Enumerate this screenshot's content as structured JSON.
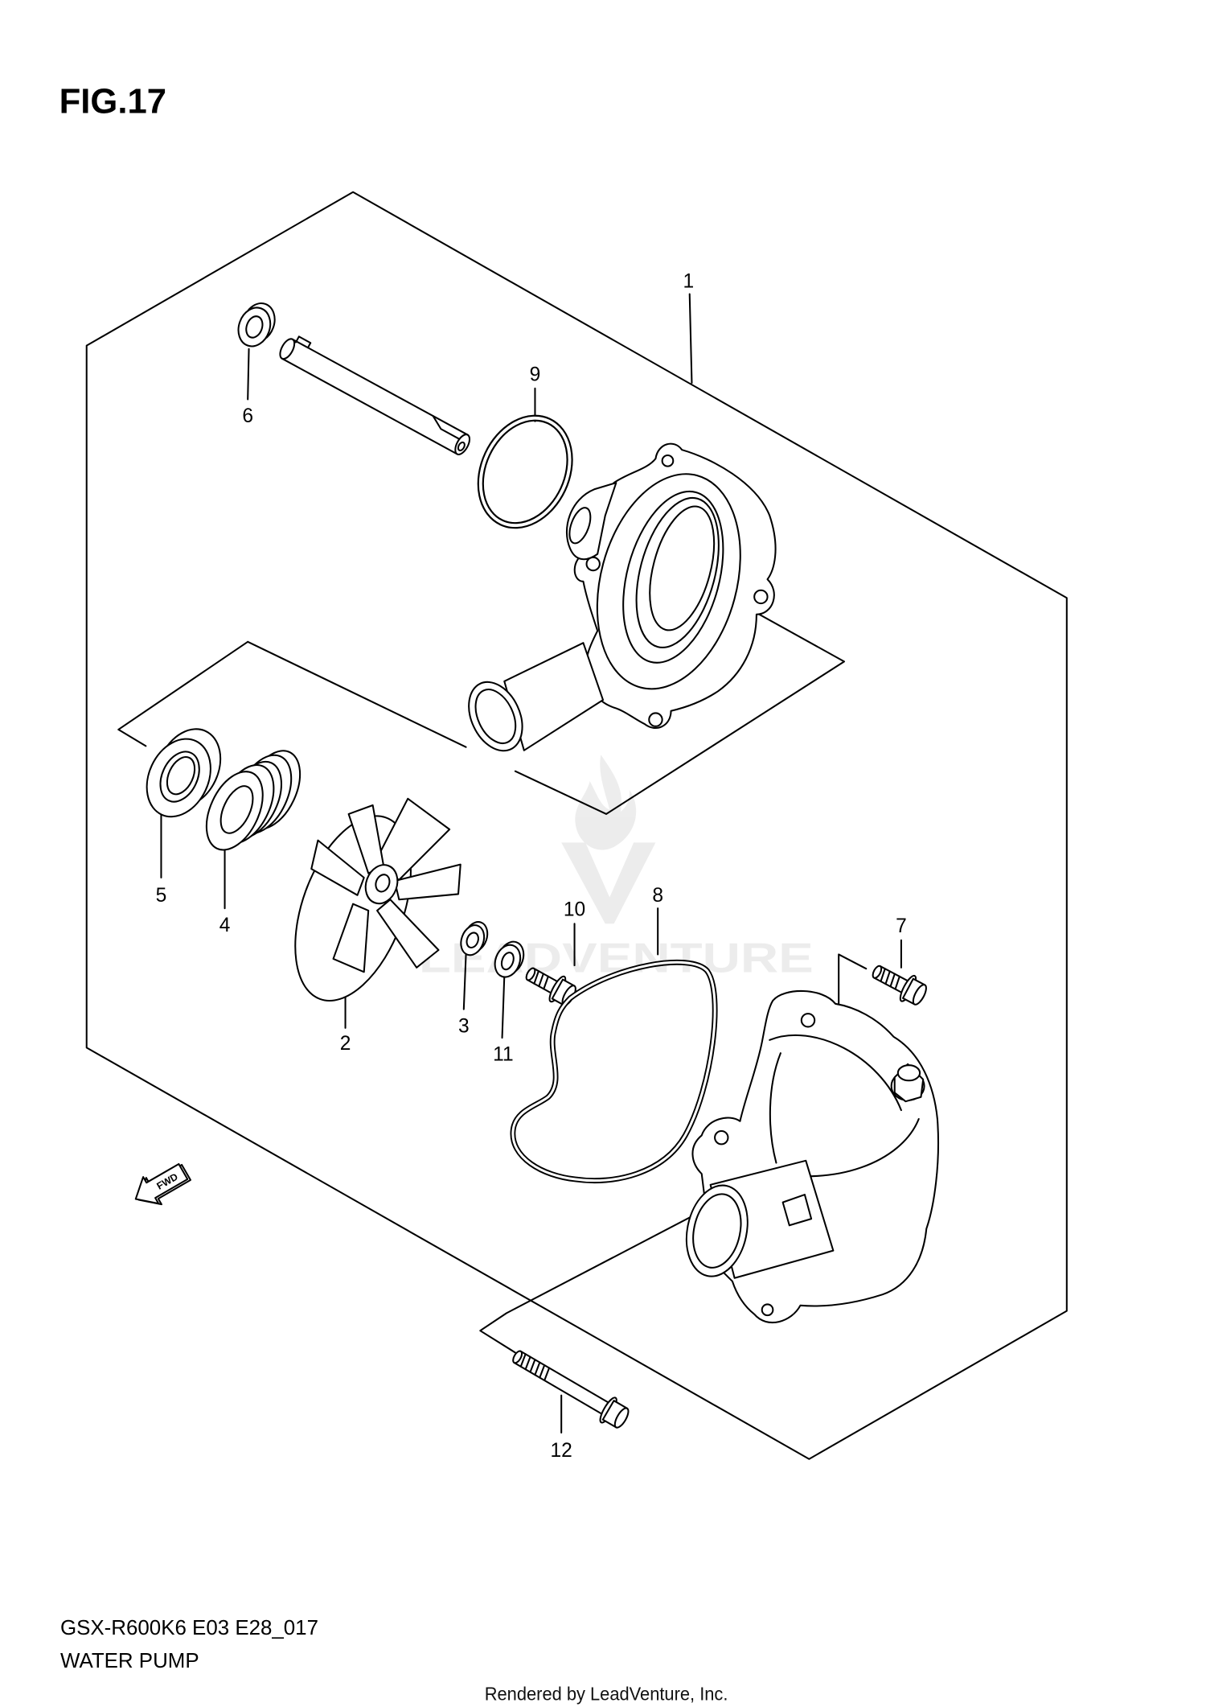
{
  "figure": {
    "title": "FIG.17"
  },
  "callouts": {
    "part_1": "1",
    "part_2": "2",
    "part_3": "3",
    "part_4": "4",
    "part_5": "5",
    "part_6": "6",
    "part_7": "7",
    "part_8": "8",
    "part_9": "9",
    "part_10": "10",
    "part_11": "11",
    "part_12": "12"
  },
  "fwd_arrow": {
    "label": "FWD",
    "icon": "fwd-arrow-icon"
  },
  "caption": {
    "model": "GSX-R600K6 E03 E28_017",
    "name": "WATER PUMP"
  },
  "footer": {
    "credit": "Rendered by LeadVenture, Inc."
  },
  "watermark": {
    "text": "LEADVENTURE"
  },
  "colors": {
    "line": "#000000",
    "background": "#ffffff"
  }
}
